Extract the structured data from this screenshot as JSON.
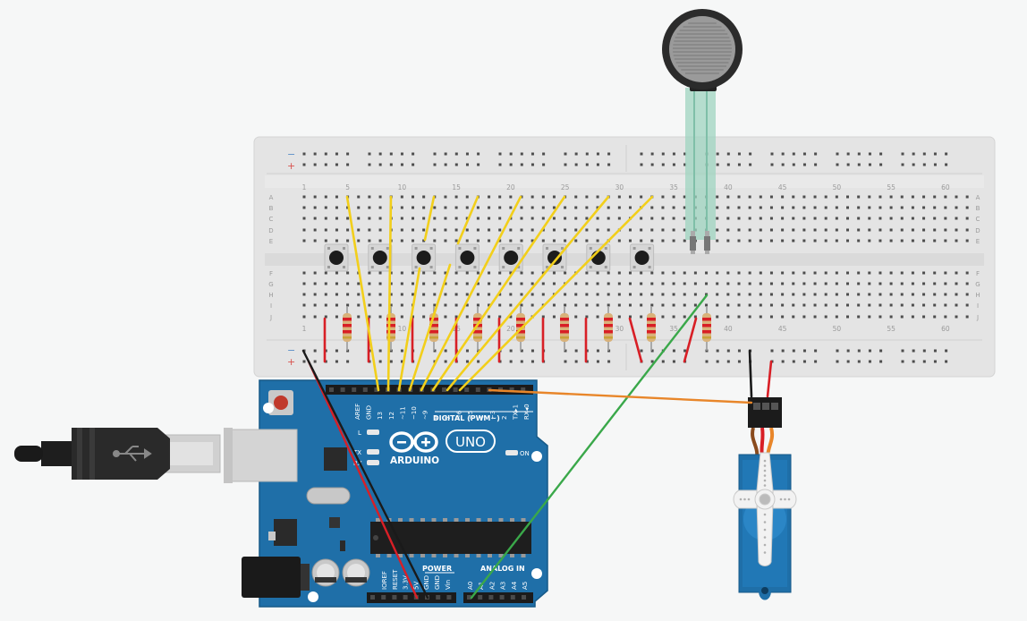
{
  "breadboard": {
    "rail_minus": "−",
    "rail_plus": "+",
    "column_numbers": [
      "1",
      "5",
      "10",
      "15",
      "20",
      "25",
      "30",
      "35",
      "40",
      "45",
      "50",
      "55",
      "60"
    ],
    "top_rows": [
      "A",
      "B",
      "C",
      "D",
      "E"
    ],
    "bottom_rows": [
      "F",
      "G",
      "H",
      "I",
      "J"
    ]
  },
  "arduino": {
    "brand": "ARDUINO",
    "model": "UNO",
    "on_label": "ON",
    "digital_label": "DIGITAL (PWM~)",
    "power_label": "POWER",
    "analog_label": "ANALOG IN",
    "led_l": "L",
    "led_tx": "TX",
    "led_rx": "RX",
    "digital_pins": [
      "AREF",
      "GND",
      "13",
      "12",
      "~11",
      "~10",
      "~9",
      "8",
      "7",
      "~6",
      "~5",
      "4",
      "~3",
      "2",
      "TX▸1",
      "RX◂0"
    ],
    "power_pins": [
      "IOREF",
      "RESET",
      "3.3V",
      "5V",
      "GND",
      "GND",
      "Vin"
    ],
    "analog_pins": [
      "A0",
      "A1",
      "A2",
      "A3",
      "A4",
      "A5"
    ]
  },
  "colors": {
    "board_blue": "#1f6fa8",
    "wire_yellow": "#f2cf1b",
    "wire_red": "#d81f26",
    "wire_black": "#1a1a1a",
    "wire_green": "#3aa84a",
    "wire_orange": "#e8862a",
    "resistor_body": "#d9b27a"
  },
  "components": {
    "pushbutton_count": 8,
    "resistor_count": 9,
    "sensor": "force-sensitive-resistor",
    "actuator": "micro-servo",
    "cable": "usb-b-cable"
  }
}
